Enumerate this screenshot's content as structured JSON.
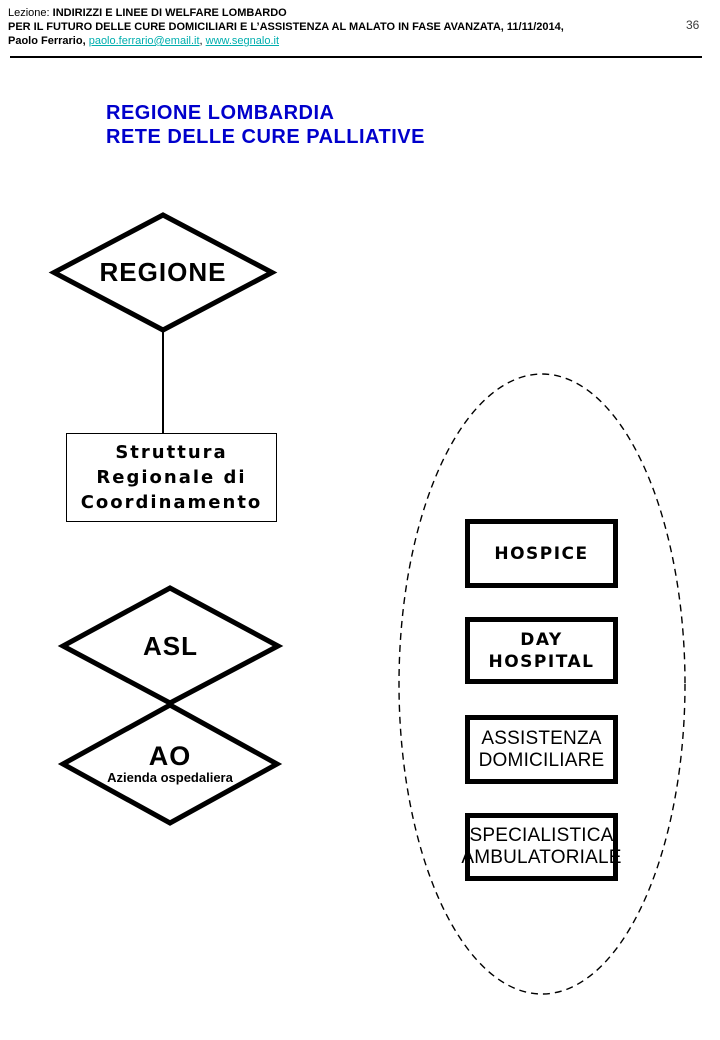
{
  "header": {
    "lesson_label": "Lezione: ",
    "course_title": "INDIRIZZI E LINEE DI WELFARE LOMBARDO",
    "course_subtitle": "PER IL FUTURO DELLE CURE DOMICILIARI E L’ASSISTENZA AL MALATO IN FASE AVANZATA, 11/11/2014,",
    "author": "Paolo Ferrario, ",
    "email": "paolo.ferrario@email.it",
    "link_separator": ", ",
    "website": "www.segnalo.it",
    "page_number": "36"
  },
  "slide": {
    "title_line1": "REGIONE LOMBARDIA",
    "title_line2": "RETE DELLE CURE PALLIATIVE"
  },
  "flowchart": {
    "regione_label": "REGIONE",
    "struttura_line1": "Struttura",
    "struttura_line2": "Regionale di",
    "struttura_line3": "Coordinamento",
    "asl_label": "ASL",
    "ao_label": "AO",
    "ao_sublabel": "Azienda ospedaliera",
    "hospice_label": "HOSPICE",
    "day_hospital_line1": "DAY",
    "day_hospital_line2": "HOSPITAL",
    "assistenza_line1": "ASSISTENZA",
    "assistenza_line2": "DOMICILIARE",
    "specialistica_line1": "SPECIALISTICA",
    "specialistica_line2": "AMBULATORIALE"
  },
  "colors": {
    "title_blue": "#0000CC",
    "link_teal": "#00AEAE",
    "ink": "#000000",
    "page_number_gray": "#3a3a3a"
  }
}
